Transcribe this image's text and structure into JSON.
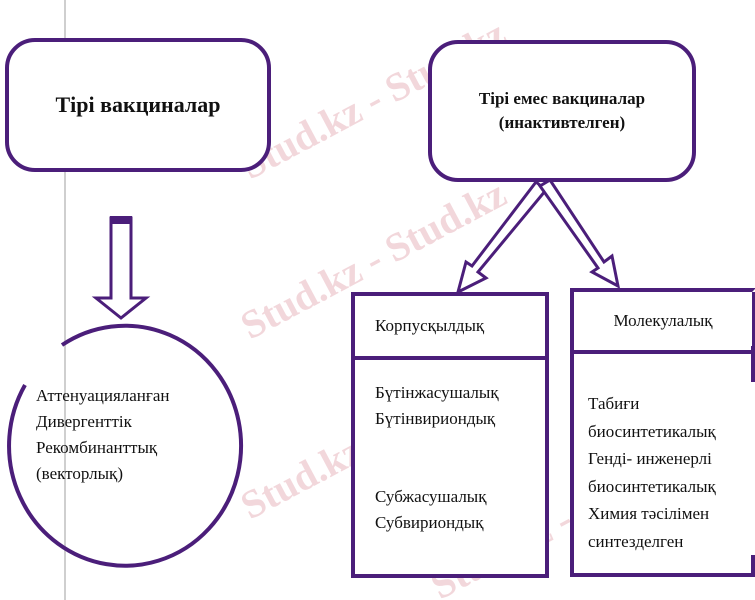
{
  "watermark": "Stud.kz - Stud.kz",
  "colors": {
    "accent": "#4b1e7a",
    "guide_line": "#cfcfcf"
  },
  "live": {
    "title": "Тірі  вакциналар",
    "items": [
      "Аттенуацияланған",
      "Дивергенттік",
      "Рекомбинанттық",
      "(векторлық)"
    ]
  },
  "inactivated": {
    "title_line1": "Тірі  емес  вакциналар",
    "title_line2": "(инактивтелген)"
  },
  "corpuscular": {
    "title": "Корпусқылдық",
    "group1": [
      "Бүтінжасушалық",
      "Бүтінвириондық"
    ],
    "group2": [
      "Субжасушалық",
      "Субвириондық"
    ]
  },
  "molecular": {
    "title": "Молекулалық",
    "items": [
      "Табиғи",
      "биосинтетикалық",
      "Генді- инженерлі",
      "биосинтетикалық",
      "Химия  тәсілімен",
      "синтезделген"
    ]
  }
}
